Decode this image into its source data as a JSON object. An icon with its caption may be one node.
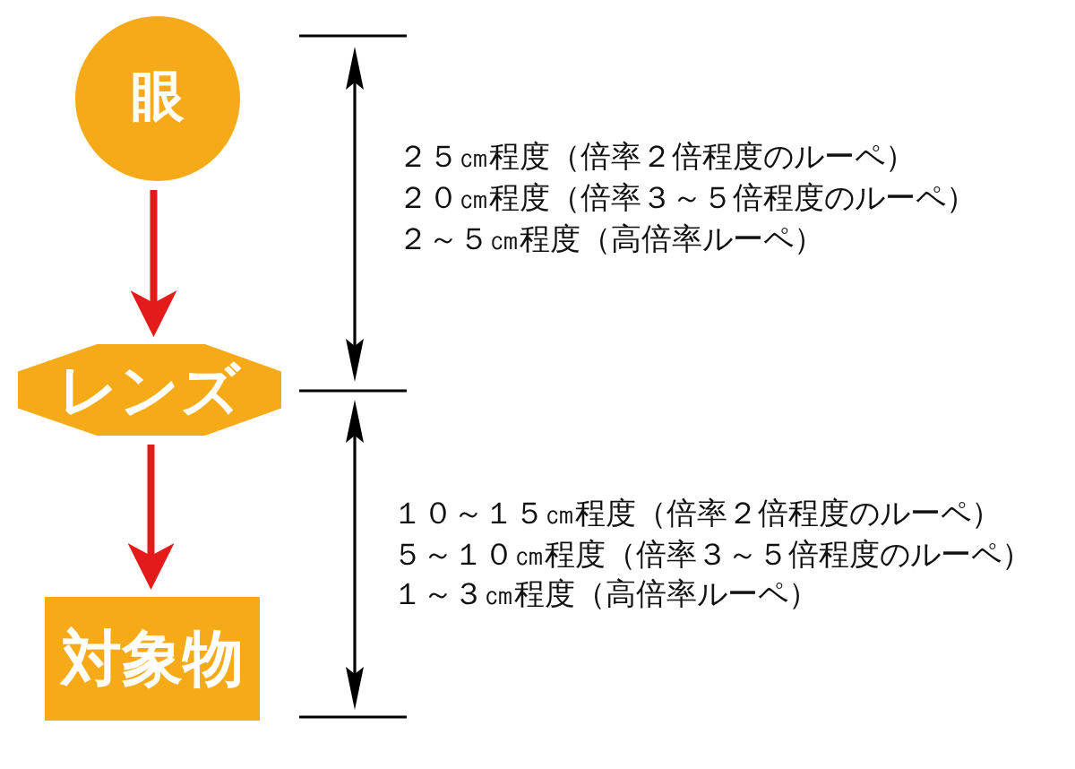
{
  "diagram": {
    "nodes": [
      {
        "text": [
          "眼"
        ]
      },
      {
        "text": [
          "レンズ"
        ]
      },
      {
        "text": [
          "対象物"
        ]
      }
    ],
    "edges": [
      {
        "from": 0,
        "to": 1,
        "arrow": "to"
      },
      {
        "from": 1,
        "to": 2,
        "arrow": "to"
      }
    ],
    "labels": [
      "２５㎝程度（倍率２倍程度のルーペ）",
      "２０㎝程度（倍率３～５倍程度のルーペ）",
      "２～５㎝程度（高倍率ルーペ）",
      "１０～１５㎝程度（倍率２倍程度のルーペ）",
      "５～１０㎝程度（倍率３～５倍程度のルーペ）",
      "１～３㎝程度（高倍率ルーペ）"
    ]
  }
}
